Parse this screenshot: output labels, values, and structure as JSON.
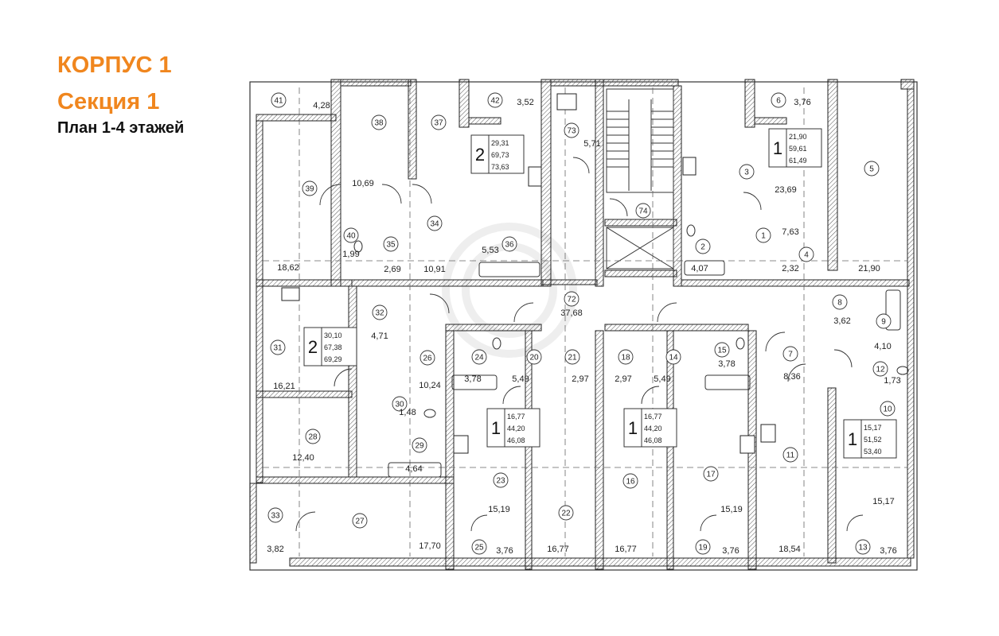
{
  "header": {
    "building": "КОРПУС 1",
    "section": "Секция 1",
    "plan": "План 1-4 этажей"
  },
  "rooms": [
    {
      "num": "41",
      "area": "4,28"
    },
    {
      "num": "38",
      "area": "10,69"
    },
    {
      "num": "37",
      "area": ""
    },
    {
      "num": "42",
      "area": "3,52"
    },
    {
      "num": "73",
      "area": "5,71"
    },
    {
      "num": "6",
      "area": "3,76"
    },
    {
      "num": "39",
      "area": "18,62"
    },
    {
      "num": "34",
      "area": "10,91"
    },
    {
      "num": "35",
      "area": "2,69"
    },
    {
      "num": "40",
      "area": "1,99"
    },
    {
      "num": "36",
      "area": "5,53"
    },
    {
      "num": "74",
      "area": ""
    },
    {
      "num": "3",
      "area": "23,69"
    },
    {
      "num": "2",
      "area": "4,07"
    },
    {
      "num": "1",
      "area": "7,63"
    },
    {
      "num": "4",
      "area": "2,32"
    },
    {
      "num": "5",
      "area": "21,90"
    },
    {
      "num": "72",
      "area": "37,68"
    },
    {
      "num": "32",
      "area": "4,71"
    },
    {
      "num": "31",
      "area": "16,21"
    },
    {
      "num": "26",
      "area": "10,24"
    },
    {
      "num": "24",
      "area": "3,78"
    },
    {
      "num": "20",
      "area": "5,49"
    },
    {
      "num": "21",
      "area": "2,97"
    },
    {
      "num": "18",
      "area": "2,97"
    },
    {
      "num": "14",
      "area": "5,49"
    },
    {
      "num": "15",
      "area": "3,78"
    },
    {
      "num": "8",
      "area": "3,62"
    },
    {
      "num": "9",
      "area": "4,10"
    },
    {
      "num": "7",
      "area": "8,36"
    },
    {
      "num": "12",
      "area": "1,73"
    },
    {
      "num": "30",
      "area": "1,48"
    },
    {
      "num": "28",
      "area": "12,40"
    },
    {
      "num": "29",
      "area": "4,64"
    },
    {
      "num": "23",
      "area": "15,19"
    },
    {
      "num": "22",
      "area": "16,77"
    },
    {
      "num": "16",
      "area": "16,77"
    },
    {
      "num": "17",
      "area": "15,19"
    },
    {
      "num": "11",
      "area": "18,54"
    },
    {
      "num": "10",
      "area": "15,17"
    },
    {
      "num": "33",
      "area": "3,82"
    },
    {
      "num": "27",
      "area": "17,70"
    },
    {
      "num": "25",
      "area": "3,76"
    },
    {
      "num": "19",
      "area": "3,76"
    },
    {
      "num": "13",
      "area": "3,76"
    }
  ],
  "apartments": [
    {
      "rooms": "2",
      "living": "29,31",
      "total": "69,73",
      "full": "73,63"
    },
    {
      "rooms": "1",
      "living": "21,90",
      "total": "59,61",
      "full": "61,49"
    },
    {
      "rooms": "2",
      "living": "30,10",
      "total": "67,38",
      "full": "69,29"
    },
    {
      "rooms": "1",
      "living": "16,77",
      "total": "44,20",
      "full": "46,08"
    },
    {
      "rooms": "1",
      "living": "16,77",
      "total": "44,20",
      "full": "46,08"
    },
    {
      "rooms": "1",
      "living": "15,17",
      "total": "51,52",
      "full": "53,40"
    }
  ]
}
